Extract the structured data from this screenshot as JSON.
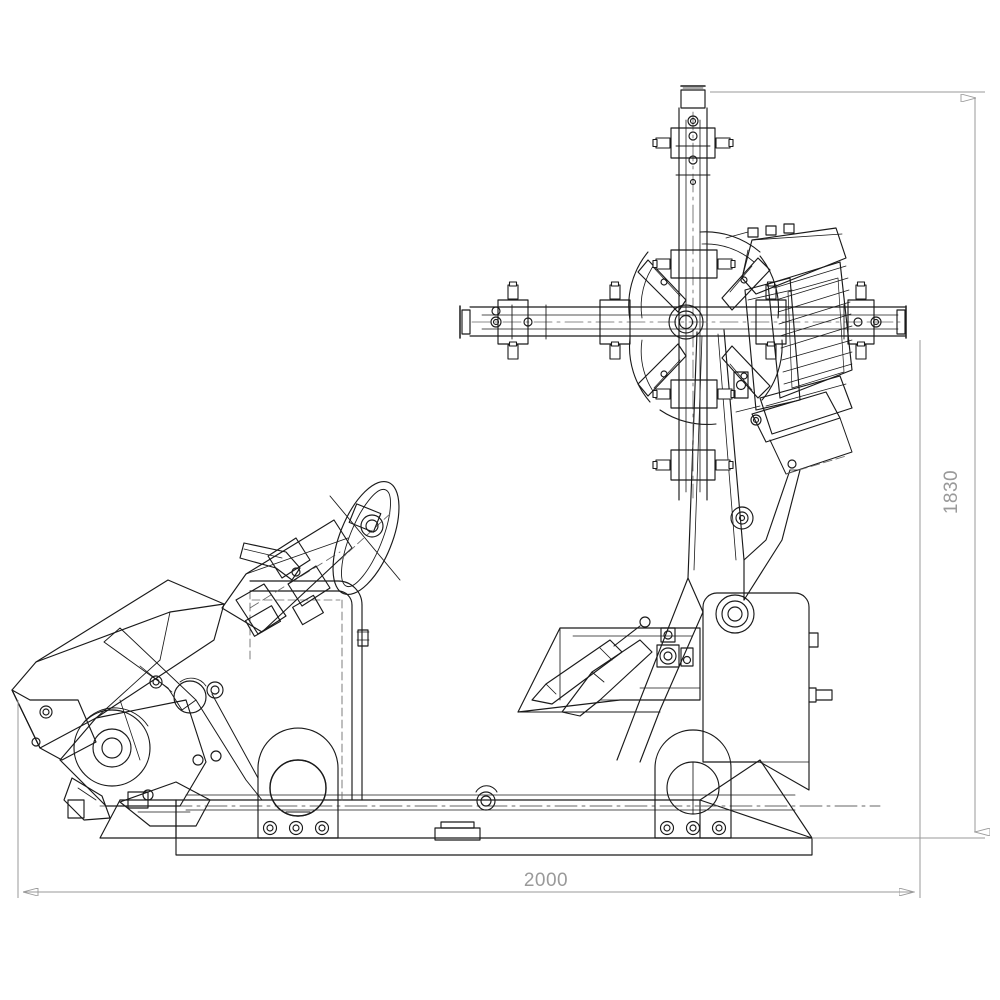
{
  "drawing": {
    "title": "Machine side elevation technical drawing",
    "background_color": "#ffffff",
    "line_color": "#1a1a1a",
    "dimension_color": "#9a9a9a",
    "hidden_line_color": "#555555"
  },
  "dimensions": {
    "overall_width": {
      "label": "2000",
      "orientation": "horizontal",
      "position": "bottom"
    },
    "overall_height": {
      "label": "1830",
      "orientation": "vertical-rotated",
      "position": "right"
    }
  },
  "components": {
    "chuck_assembly": "four-jaw-self-centering-chuck",
    "hub": "center-hub",
    "vertical_rail": "vertical-slide-rail",
    "horizontal_rail": "horizontal-slide-rail",
    "clamp_jaws": "clamp-jaw",
    "tool_head": "finned-tool-head",
    "handwheel": "operator-handwheel",
    "control_lever": "control-lever",
    "hydraulic_cylinders": "hydraulic-cylinder",
    "tilt_assembly": "tilting-head-assembly",
    "column_housing": "column-housing-panel",
    "lifting_eyes": "lifting-eye-bracket",
    "base_frame": "base-frame-rail",
    "guard_post": "guard-post"
  }
}
